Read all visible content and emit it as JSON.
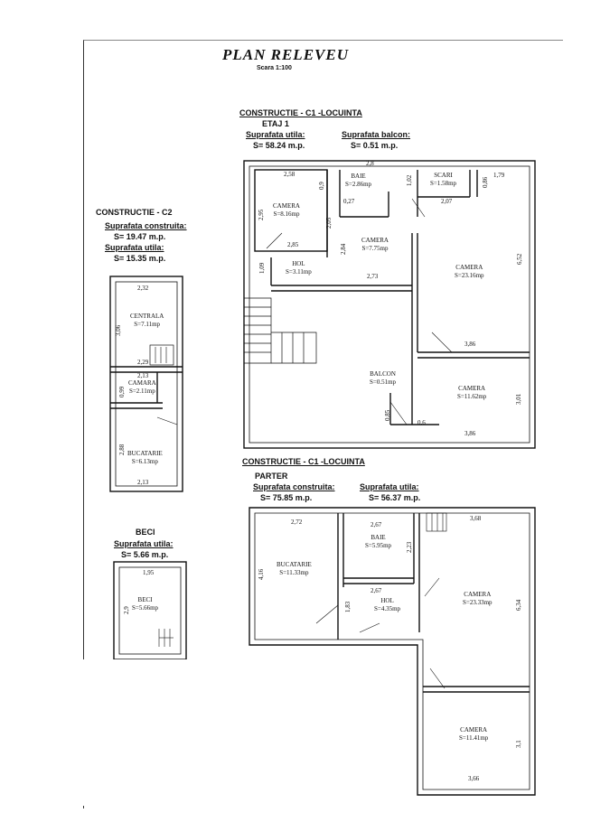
{
  "header": {
    "title": "PLAN RELEVEU",
    "scale": "Scara 1:100"
  },
  "c2": {
    "title": "CONSTRUCTIE - C2",
    "built_label": "Suprafata construita:",
    "built_value": "S= 19.47 m.p.",
    "useful_label": "Suprafata utila:",
    "useful_value": "S= 15.35 m.p.",
    "rooms": [
      {
        "name": "CENTRALA",
        "area": "S=7.11mp"
      },
      {
        "name": "CAMARA",
        "area": "S=2.11mp"
      },
      {
        "name": "BUCATARIE",
        "area": "S=6.13mp"
      }
    ],
    "dims": [
      "2,32",
      "3,06",
      "2,29",
      "2,13",
      "0,99",
      "2,88",
      "2,13"
    ]
  },
  "beci": {
    "title": "BECI",
    "useful_label": "Suprafata utila:",
    "useful_value": "S= 5.66 m.p.",
    "room": {
      "name": "BECI",
      "area": "S=5.66mp"
    },
    "dims": [
      "1,95",
      "2,9"
    ]
  },
  "etaj": {
    "title": "CONSTRUCTIE - C1   -LOCUINTA",
    "level": "ETAJ 1",
    "useful_label": "Suprafata utila:",
    "useful_value": "S= 58.24 m.p.",
    "balcony_label": "Suprafata balcon:",
    "balcony_value": "S= 0.51 m.p.",
    "rooms": [
      {
        "name": "CAMERA",
        "area": "S=8.16mp"
      },
      {
        "name": "BAIE",
        "area": "S=2.86mp"
      },
      {
        "name": "SCARI",
        "area": "S=1.58mp"
      },
      {
        "name": "CAMERA",
        "area": "S=7.75mp"
      },
      {
        "name": "HOL",
        "area": "S=3.11mp"
      },
      {
        "name": "CAMERA",
        "area": "S=23.16mp"
      },
      {
        "name": "BALCON",
        "area": "S=0.51mp"
      },
      {
        "name": "CAMERA",
        "area": "S=11.62mp"
      }
    ],
    "dims": [
      "2,58",
      "0,9",
      "2,8",
      "1,02",
      "1,79",
      "0,86",
      "2,95",
      "0,27",
      "2,07",
      "2,05",
      "2,85",
      "2,84",
      "1,09",
      "2,73",
      "6,52",
      "3,86",
      "3,01",
      "0,85",
      "0,6",
      "3,86"
    ]
  },
  "parter": {
    "title": "CONSTRUCTIE - C1   -LOCUINTA",
    "level": "PARTER",
    "built_label": "Suprafata construita:",
    "built_value": "S= 75.85 m.p.",
    "useful_label": "Suprafata utila:",
    "useful_value": "S= 56.37 m.p.",
    "rooms": [
      {
        "name": "BUCATARIE",
        "area": "S=11.33mp"
      },
      {
        "name": "BAIE",
        "area": "S=5.95mp"
      },
      {
        "name": "HOL",
        "area": "S=4.35mp"
      },
      {
        "name": "CAMERA",
        "area": "S=23.33mp"
      },
      {
        "name": "CAMERA",
        "area": "S=11.41mp"
      }
    ],
    "dims": [
      "2,72",
      "2,67",
      "3,68",
      "4,16",
      "2,23",
      "2,67",
      "1,83",
      "6,34",
      "3,1",
      "3,66"
    ]
  }
}
